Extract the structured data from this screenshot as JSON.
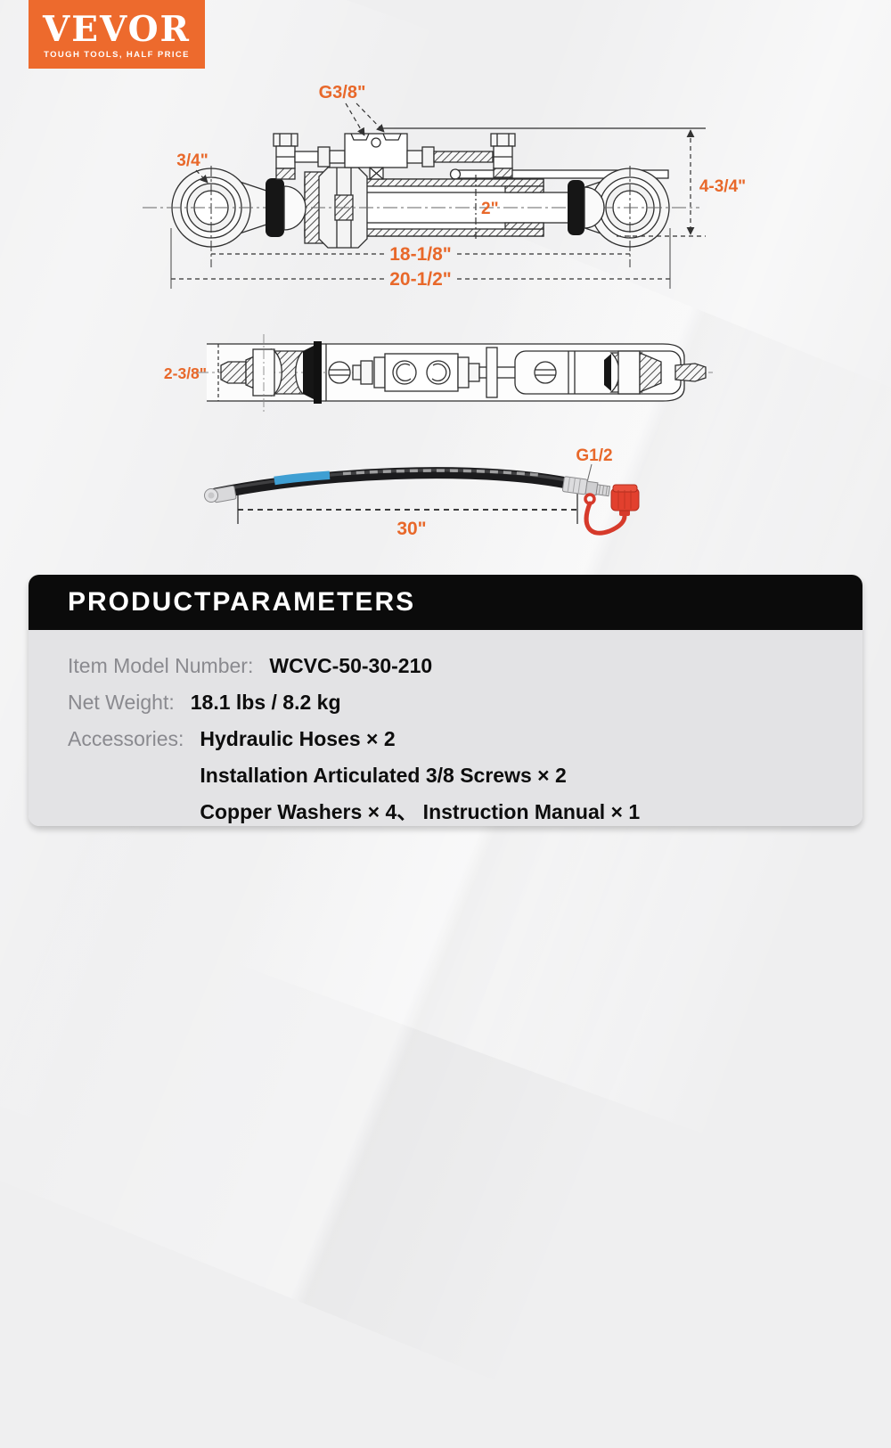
{
  "brand": {
    "name": "VEVOR",
    "tagline": "TOUGH TOOLS, HALF PRICE"
  },
  "colors": {
    "brand_orange": "#ED6A2D",
    "dimension_orange": "#E8682A",
    "drawing_line": "#2F2F2F",
    "panel_header_bg": "#0B0B0B",
    "panel_body_bg": "#E3E3E5",
    "page_bg": "#EFEFF0",
    "hose_black": "#1B1B1D",
    "dust_cap_red": "#E2402E",
    "hose_label_blue": "#3F9FD3"
  },
  "drawing": {
    "front_view": {
      "port_thread": "G3/8\"",
      "eye_bore": "3/4\"",
      "overall_height": "4-3/4\"",
      "cylinder_bore": "2\"",
      "center_to_center": "18-1/8\"",
      "overall_length": "20-1/2\""
    },
    "top_view": {
      "body_width": "2-3/8\""
    },
    "hose_view": {
      "fitting_thread": "G1/2",
      "hose_length": "30\""
    }
  },
  "panel": {
    "title": "PRODUCTPARAMETERS",
    "rows": [
      {
        "label": "Item Model Number:",
        "value": "WCVC-50-30-210"
      },
      {
        "label": "Net Weight:",
        "value": "18.1 lbs / 8.2 kg"
      },
      {
        "label": "Accessories:",
        "lines": [
          "Hydraulic Hoses × 2",
          "Installation Articulated 3/8 Screws × 2",
          "Copper Washers × 4、 Instruction Manual × 1"
        ]
      }
    ]
  }
}
